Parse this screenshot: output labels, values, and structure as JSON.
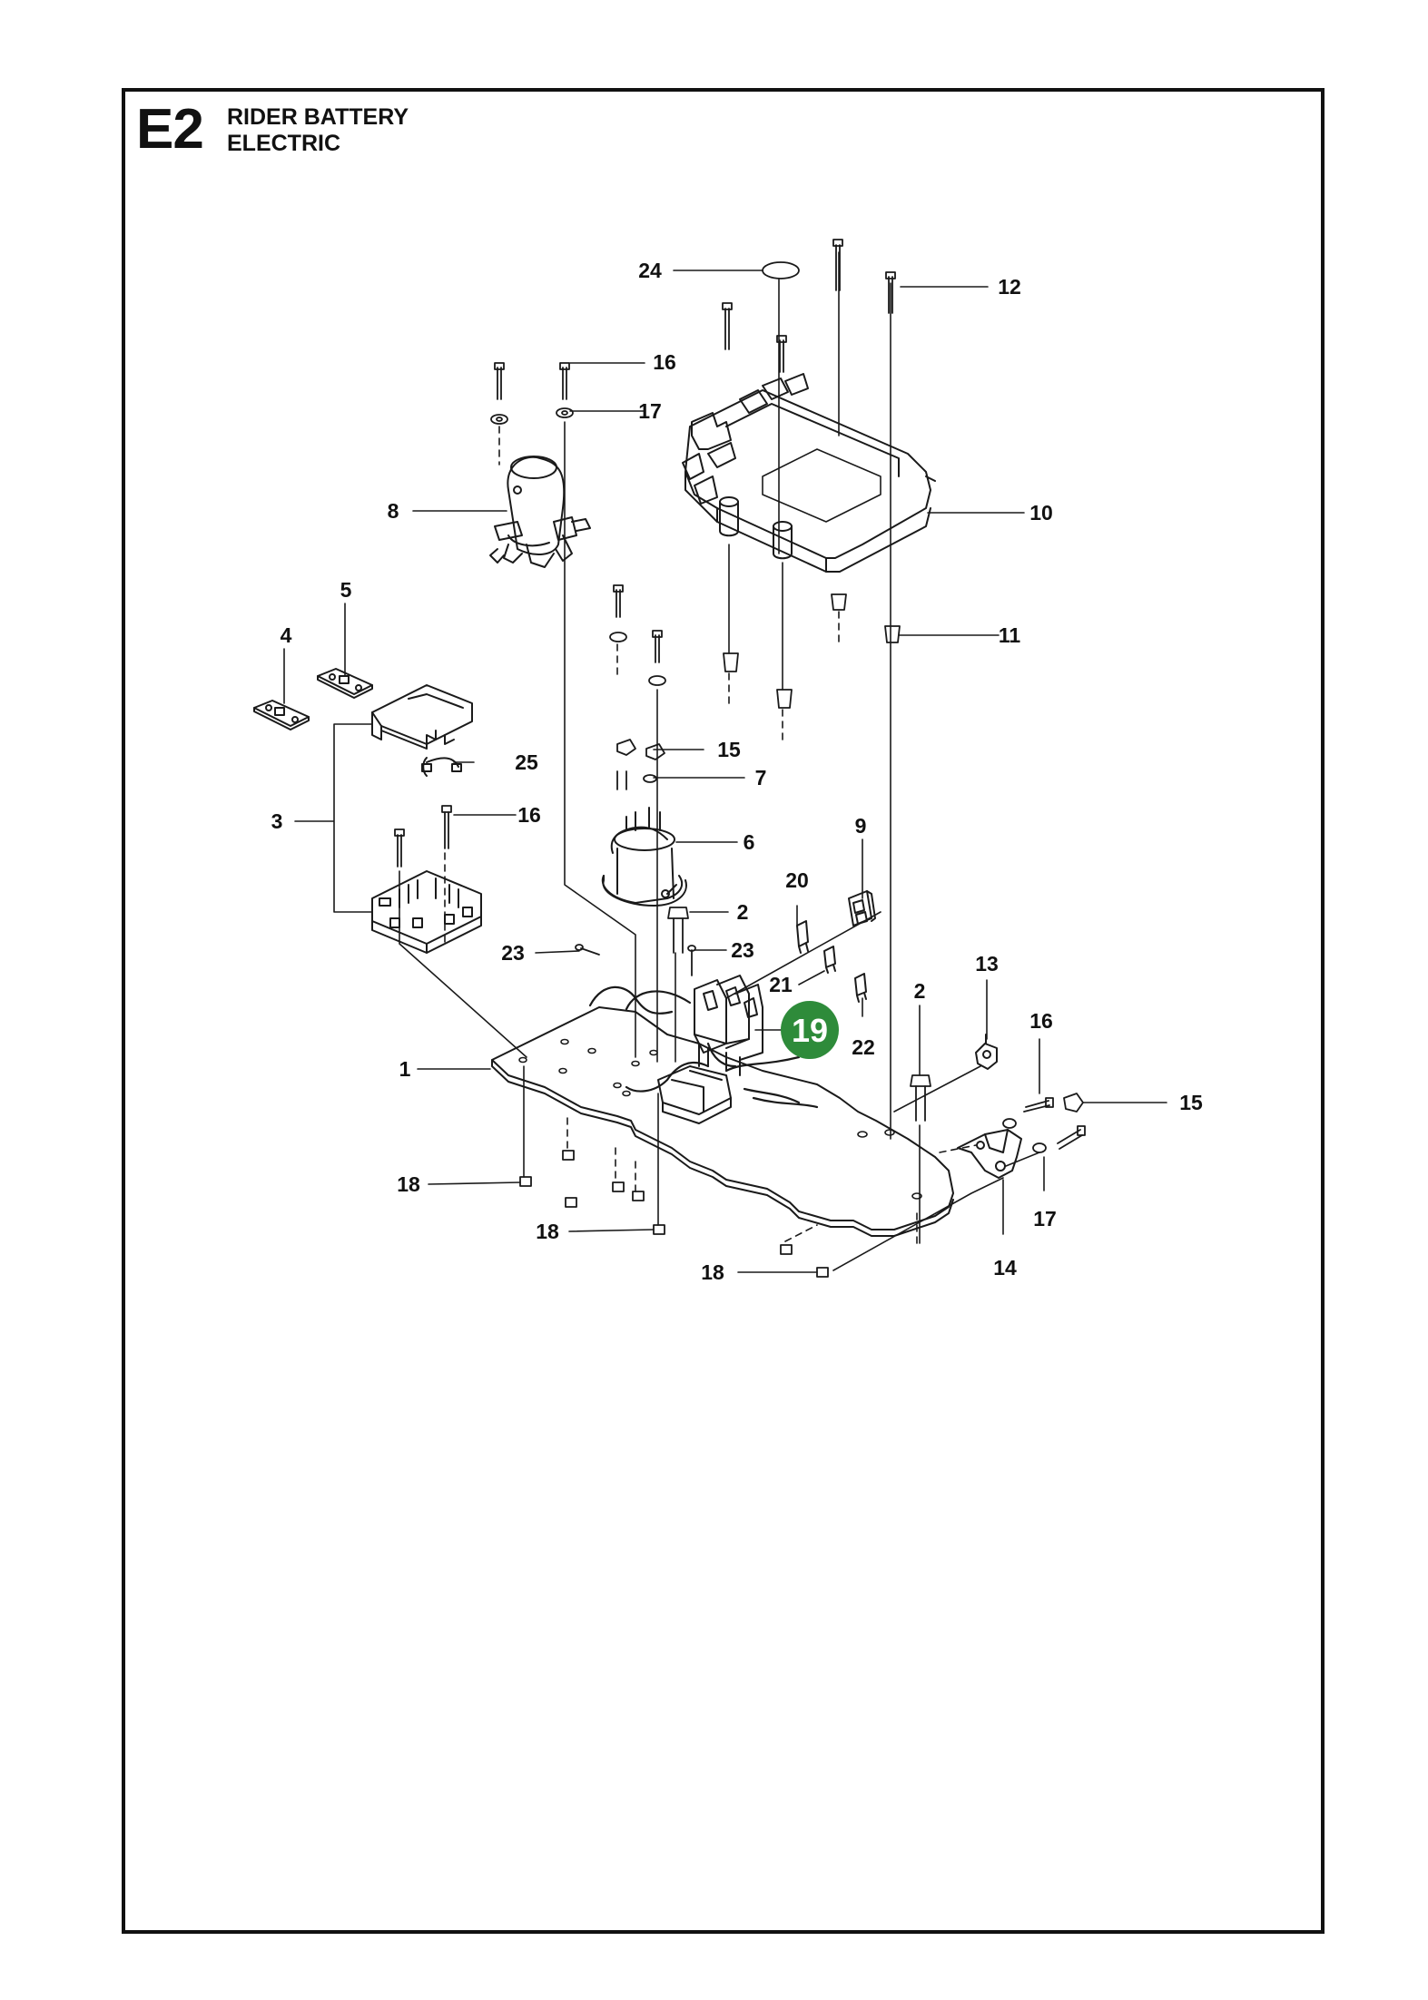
{
  "header": {
    "section_code": "E2",
    "title_line1": "RIDER BATTERY",
    "title_line2": "ELECTRIC"
  },
  "highlight": {
    "number": "19",
    "color": "#2e8b3a"
  },
  "callouts": [
    "24",
    "12",
    "16",
    "17",
    "8",
    "10",
    "11",
    "5",
    "4",
    "15",
    "25",
    "7",
    "3",
    "16",
    "6",
    "9",
    "20",
    "2",
    "23",
    "23",
    "21",
    "22",
    "13",
    "2",
    "16",
    "15",
    "1",
    "18",
    "17",
    "14",
    "18",
    "18"
  ]
}
